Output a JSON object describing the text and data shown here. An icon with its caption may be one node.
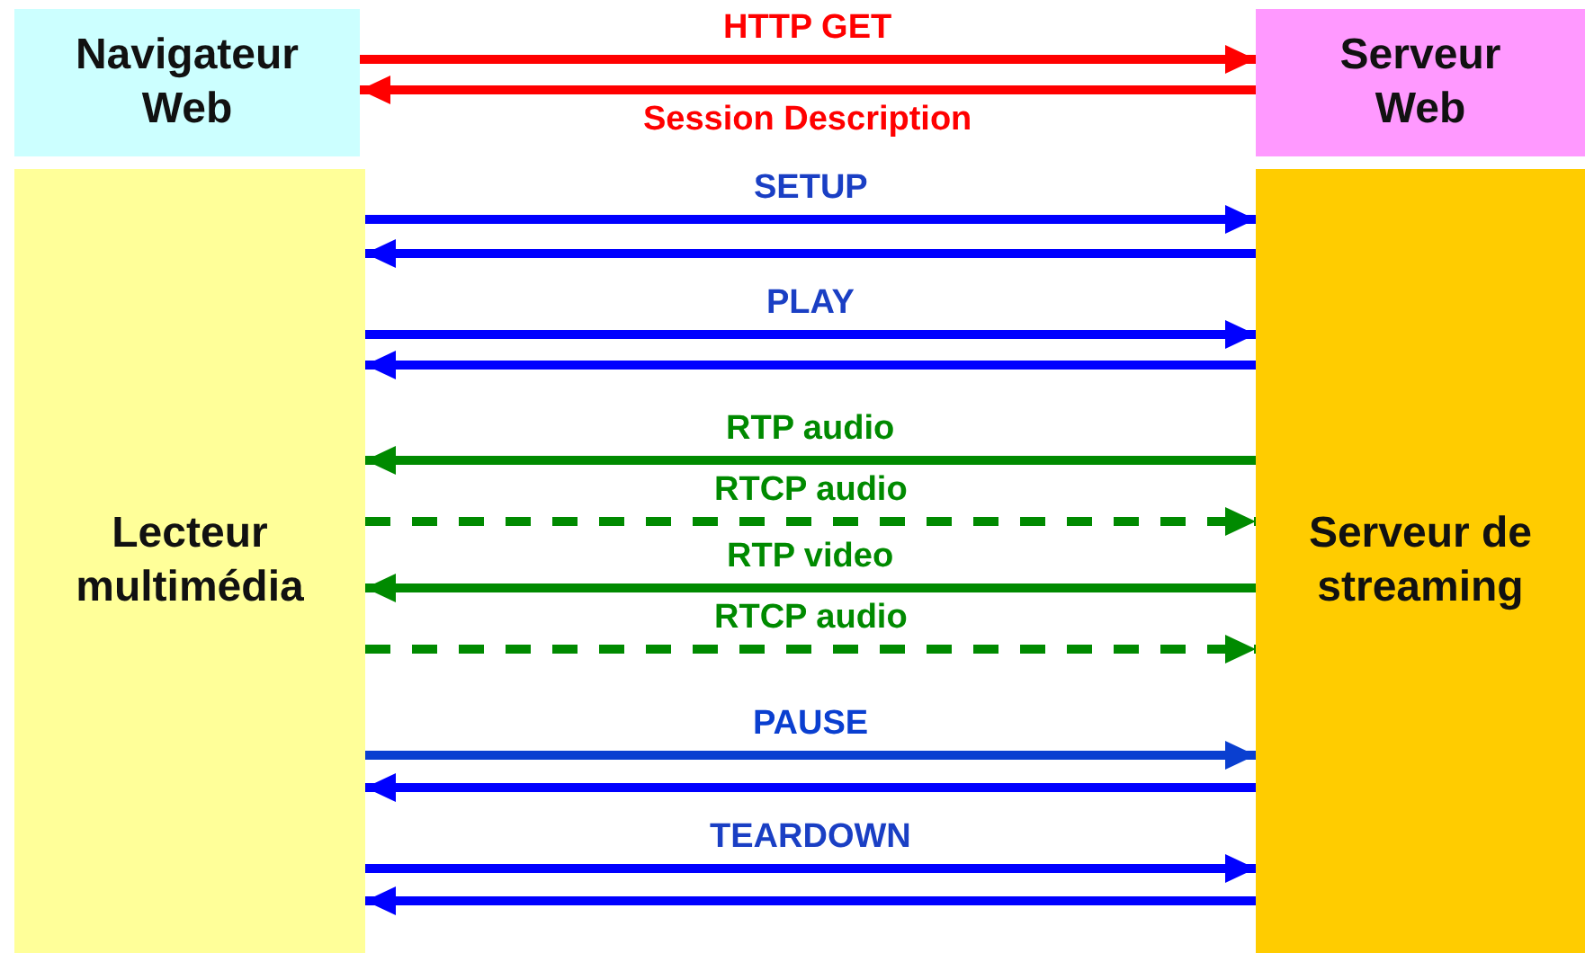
{
  "diagram": {
    "nodes": [
      {
        "text": [
          "Navigateur Web"
        ]
      },
      {
        "text": [
          "Serveur Web"
        ]
      },
      {
        "text": [
          "Lecteur multimédia"
        ]
      },
      {
        "text": [
          "Serveur de streaming"
        ]
      }
    ],
    "edges": [
      {
        "from": 0,
        "to": 1,
        "arrow": "to",
        "label": "HTTP GET",
        "color": "#ff0000"
      },
      {
        "from": 1,
        "to": 0,
        "arrow": "to",
        "label": "Session Description",
        "color": "#ff0000"
      },
      {
        "from": 2,
        "to": 3,
        "arrow": "to",
        "label": "SETUP"
      },
      {
        "from": 3,
        "to": 2,
        "arrow": "to"
      },
      {
        "from": 2,
        "to": 3,
        "arrow": "to",
        "label": "PLAY"
      },
      {
        "from": 3,
        "to": 2,
        "arrow": "to"
      },
      {
        "from": 3,
        "to": 2,
        "arrow": "to",
        "label": "RTP audio",
        "color": "#008a00"
      },
      {
        "from": 2,
        "to": 3,
        "arrow": "to",
        "label": "RTCP audio",
        "style": "dashed",
        "color": "#008a00"
      },
      {
        "from": 3,
        "to": 2,
        "arrow": "to",
        "label": "RTP video",
        "color": "#008a00"
      },
      {
        "from": 2,
        "to": 3,
        "arrow": "to",
        "label": "RTCP audio",
        "style": "dashed",
        "color": "#008a00"
      },
      {
        "from": 2,
        "to": 3,
        "arrow": "to",
        "label": "PAUSE",
        "color": "#0a3fd0"
      },
      {
        "from": 3,
        "to": 2,
        "arrow": "to"
      },
      {
        "from": 2,
        "to": 3,
        "arrow": "to",
        "label": "TEARDOWN"
      },
      {
        "from": 3,
        "to": 2,
        "arrow": "to"
      }
    ]
  }
}
